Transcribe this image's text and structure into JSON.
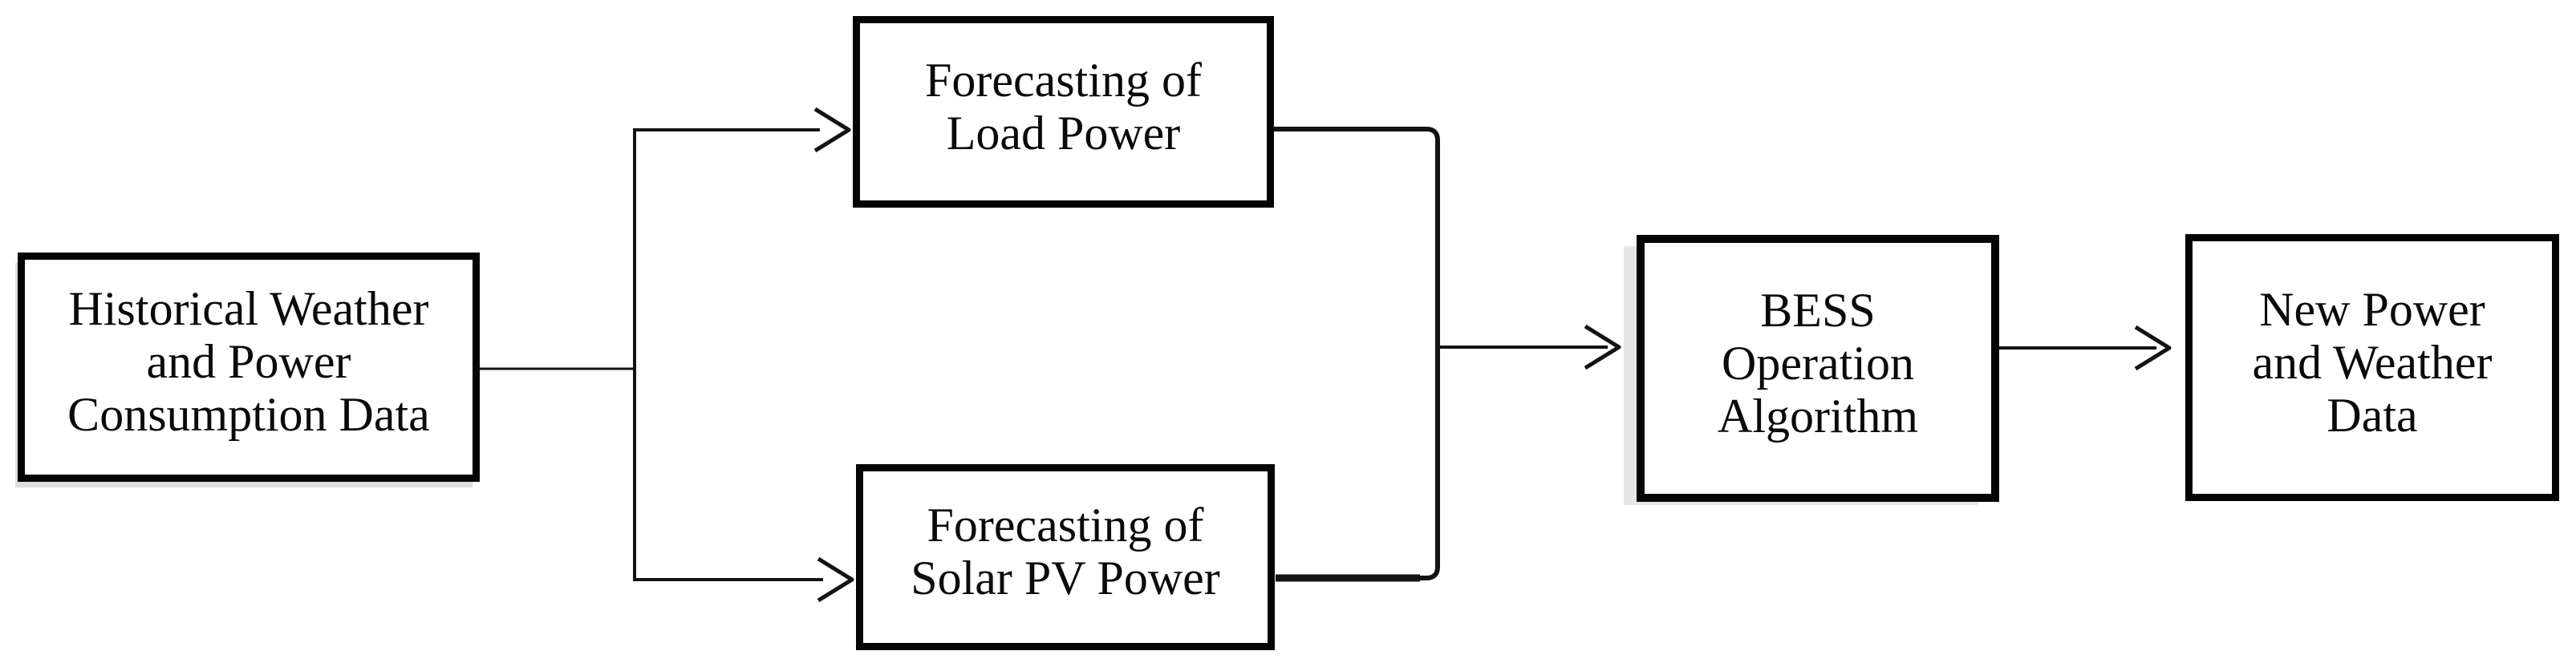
{
  "diagram": {
    "background_color": "#ffffff",
    "line_color": "#131313",
    "box_border_color": "#050505",
    "text_color": "#0a0a0a",
    "nodes": [
      {
        "id": "historical-data",
        "label": "Historical Weather\nand Power\nConsumption Data"
      },
      {
        "id": "load-forecast",
        "label": "Forecasting of\nLoad Power"
      },
      {
        "id": "pv-forecast",
        "label": "Forecasting of\nSolar PV Power"
      },
      {
        "id": "bess-algorithm",
        "label": "BESS\nOperation\nAlgorithm"
      },
      {
        "id": "new-data",
        "label": "New Power\nand Weather\nData"
      }
    ],
    "edges": [
      {
        "from": "historical-data",
        "to": "load-forecast",
        "arrow": true
      },
      {
        "from": "historical-data",
        "to": "pv-forecast",
        "arrow": true
      },
      {
        "from": "load-forecast",
        "to": "bess-algorithm",
        "arrow": true
      },
      {
        "from": "pv-forecast",
        "to": "bess-algorithm",
        "arrow": true
      },
      {
        "from": "bess-algorithm",
        "to": "new-data",
        "arrow": true
      }
    ]
  }
}
